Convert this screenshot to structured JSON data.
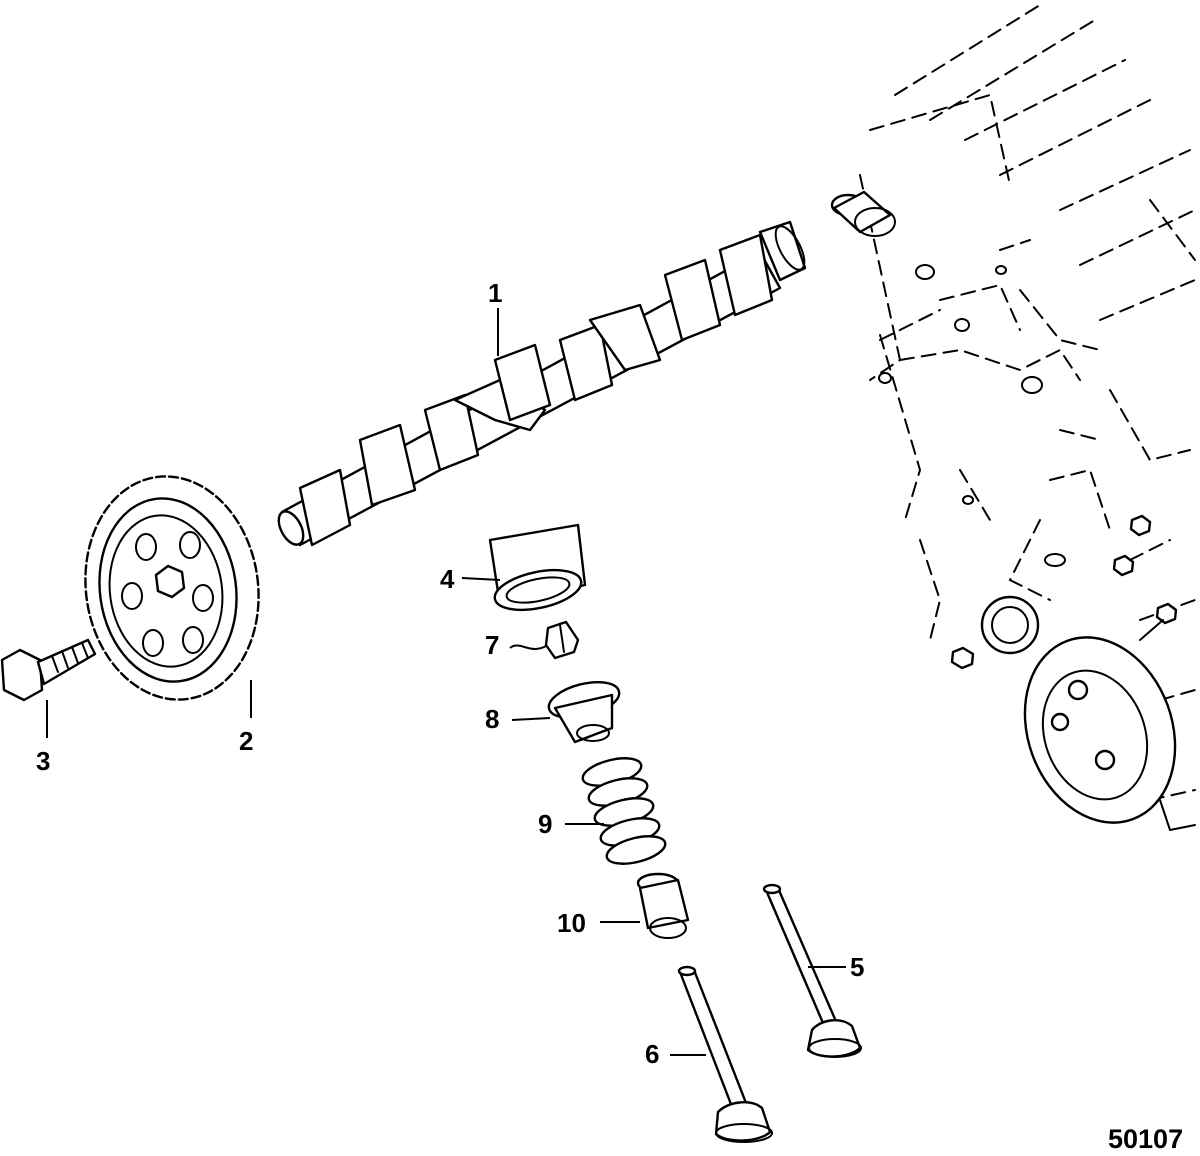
{
  "diagram": {
    "callouts": {
      "c1": "1",
      "c2": "2",
      "c3": "3",
      "c4": "4",
      "c5": "5",
      "c6": "6",
      "c7": "7",
      "c8": "8",
      "c9": "9",
      "c10": "10"
    },
    "reference_number": "50107"
  }
}
